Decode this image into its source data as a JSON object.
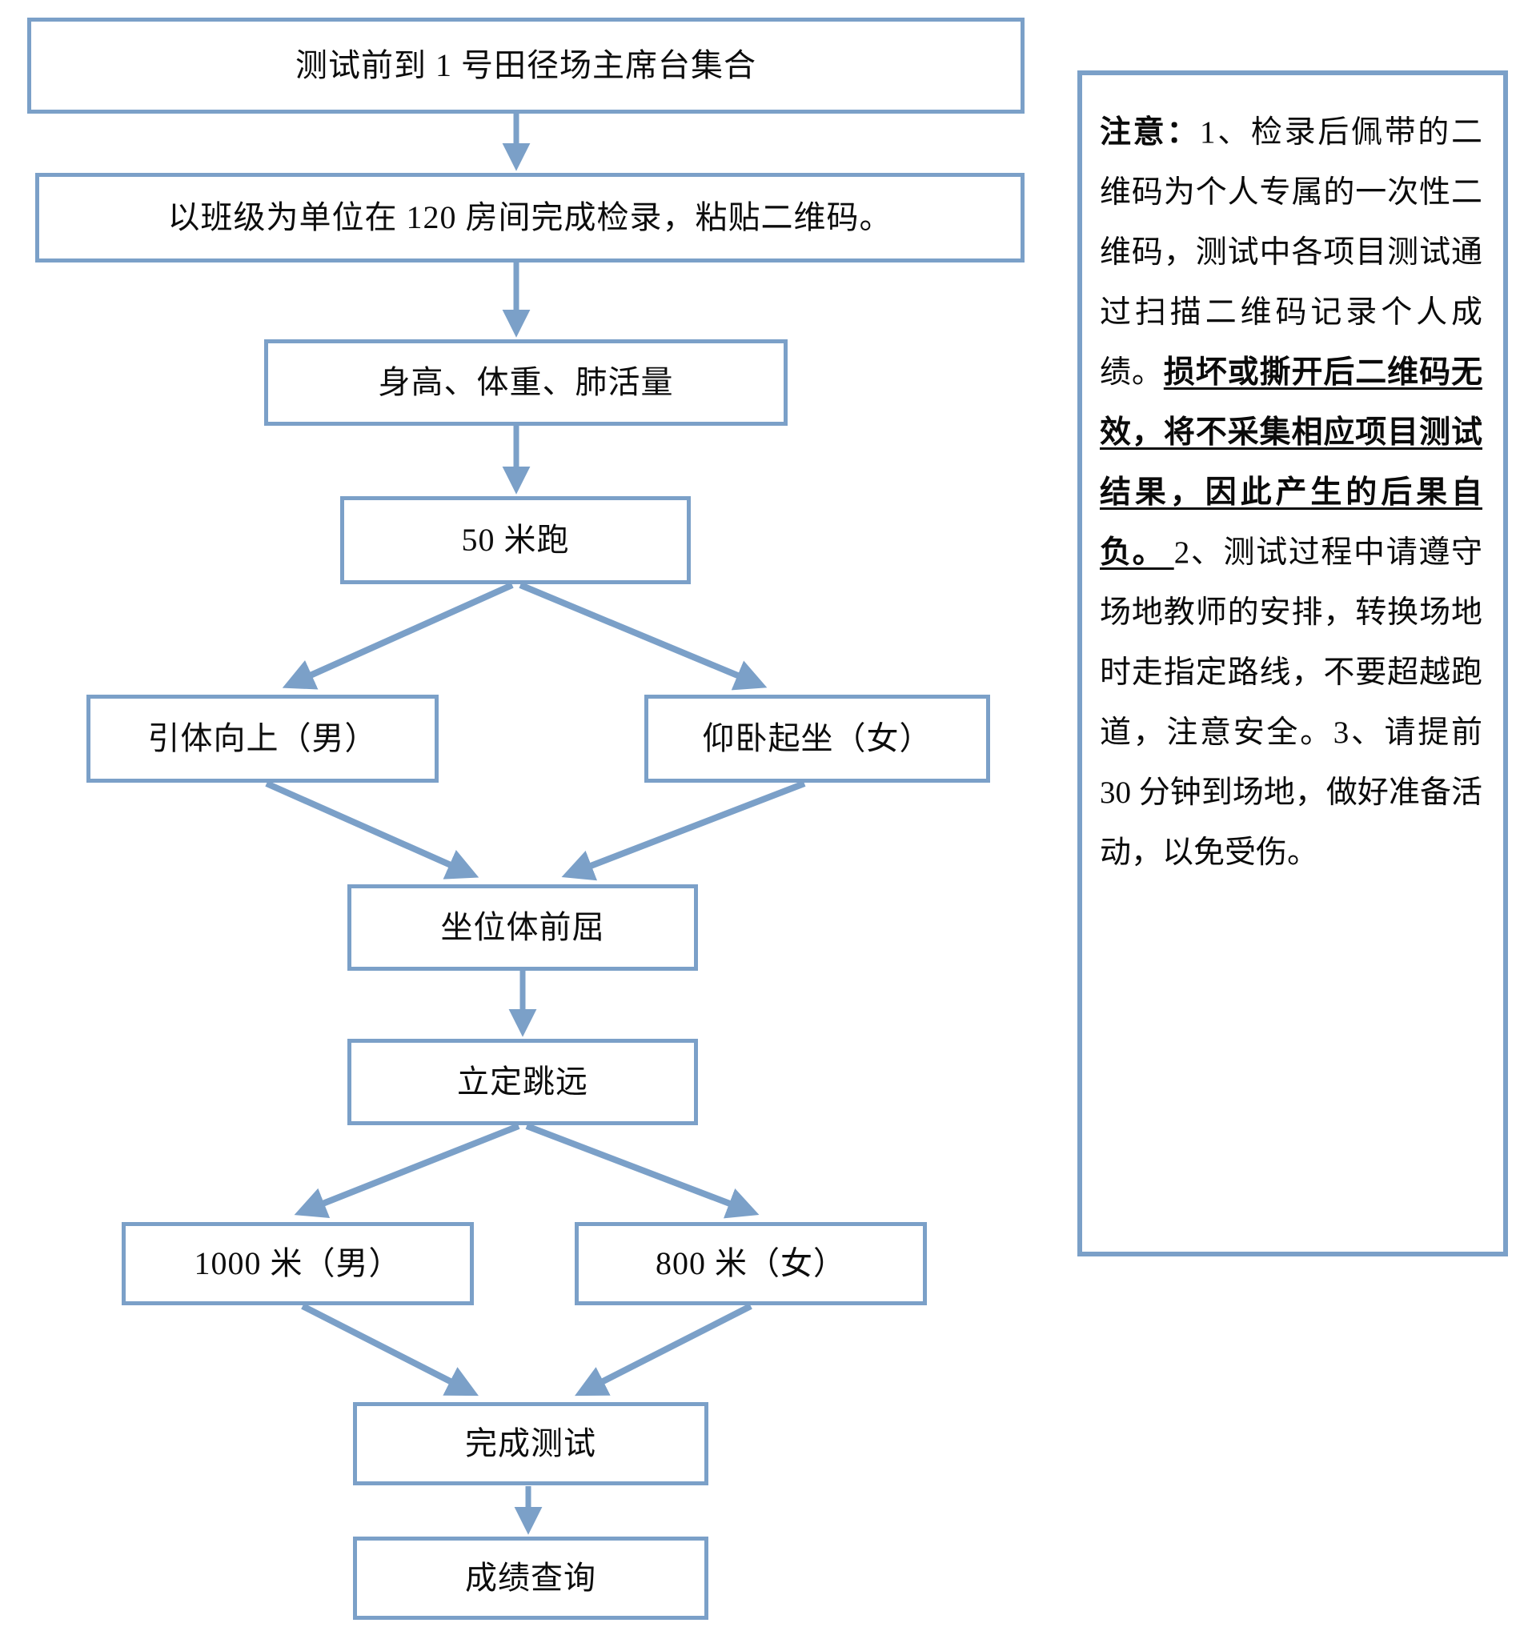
{
  "document": {
    "kind": "physical-fitness-test-flowchart",
    "accent_color": "#7BA0C8",
    "text_color": "#0d0d0d",
    "background_color": "#ffffff"
  },
  "flowchart": {
    "type": "flowchart",
    "orientation": "top-to-bottom",
    "nodes": [
      {
        "id": "assemble",
        "label": "测试前到 1 号田径场主席台集合"
      },
      {
        "id": "checkin",
        "label": "以班级为单位在 120 房间完成检录，粘贴二维码。"
      },
      {
        "id": "measure",
        "label": "身高、体重、肺活量"
      },
      {
        "id": "run50",
        "label": "50 米跑"
      },
      {
        "id": "pullup",
        "label": "引体向上（男）"
      },
      {
        "id": "situp",
        "label": "仰卧起坐（女）"
      },
      {
        "id": "sitreach",
        "label": "坐位体前屈"
      },
      {
        "id": "longjump",
        "label": "立定跳远"
      },
      {
        "id": "run1000",
        "label": "1000 米（男）"
      },
      {
        "id": "run800",
        "label": "800 米（女）"
      },
      {
        "id": "finish",
        "label": "完成测试"
      },
      {
        "id": "query",
        "label": "成绩查询"
      }
    ],
    "edges": [
      {
        "from": "assemble",
        "to": "checkin",
        "style": "straight-down"
      },
      {
        "from": "checkin",
        "to": "measure",
        "style": "straight-down"
      },
      {
        "from": "measure",
        "to": "run50",
        "style": "straight-down"
      },
      {
        "from": "run50",
        "to": "pullup",
        "style": "branch-left"
      },
      {
        "from": "run50",
        "to": "situp",
        "style": "branch-right"
      },
      {
        "from": "pullup",
        "to": "sitreach",
        "style": "merge-right"
      },
      {
        "from": "situp",
        "to": "sitreach",
        "style": "merge-left"
      },
      {
        "from": "sitreach",
        "to": "longjump",
        "style": "straight-down"
      },
      {
        "from": "longjump",
        "to": "run1000",
        "style": "branch-left"
      },
      {
        "from": "longjump",
        "to": "run800",
        "style": "branch-right"
      },
      {
        "from": "run1000",
        "to": "finish",
        "style": "merge-right"
      },
      {
        "from": "run800",
        "to": "finish",
        "style": "merge-left"
      },
      {
        "from": "finish",
        "to": "query",
        "style": "straight-down"
      }
    ]
  },
  "notice": {
    "heading": "注意：",
    "segments": [
      {
        "text": "注意：",
        "emphasis": "bold"
      },
      {
        "text": "1、检录后佩带的二维码为个人专属的一次性二维码，测试中各项目测试通过扫描二维码记录个人成绩。",
        "emphasis": "none"
      },
      {
        "text": "损坏或撕开后二维码无效，将不采集相应项目测试结果，因此产生的后果自负。 ",
        "emphasis": "bold-underline"
      },
      {
        "text": "2、测试过程中请遵守场地教师的安排，转换场地时走指定路线，不要超越跑道，注意安全。",
        "emphasis": "none"
      },
      {
        "text": "3、请提前 30 分钟到场地，做好准备活动，以免受伤。",
        "emphasis": "none"
      }
    ],
    "items": {
      "item1_prefix": "1、检录后佩带的二维码为个人专属的一次性二维码，测试中各项目测试通过扫描二维码记录个人成绩。",
      "item1_emphasis": "损坏或撕开后二维码无效，将不采集相应项目测试结果，因此产生的后果自负。 ",
      "item2": "2、测试过程中请遵守场地教师的安排，转换场地时走指定路线，不要超越跑道，注意安全。",
      "item3": "3、请提前 30 分钟到场地，做好准备活动，以免受伤。"
    }
  }
}
